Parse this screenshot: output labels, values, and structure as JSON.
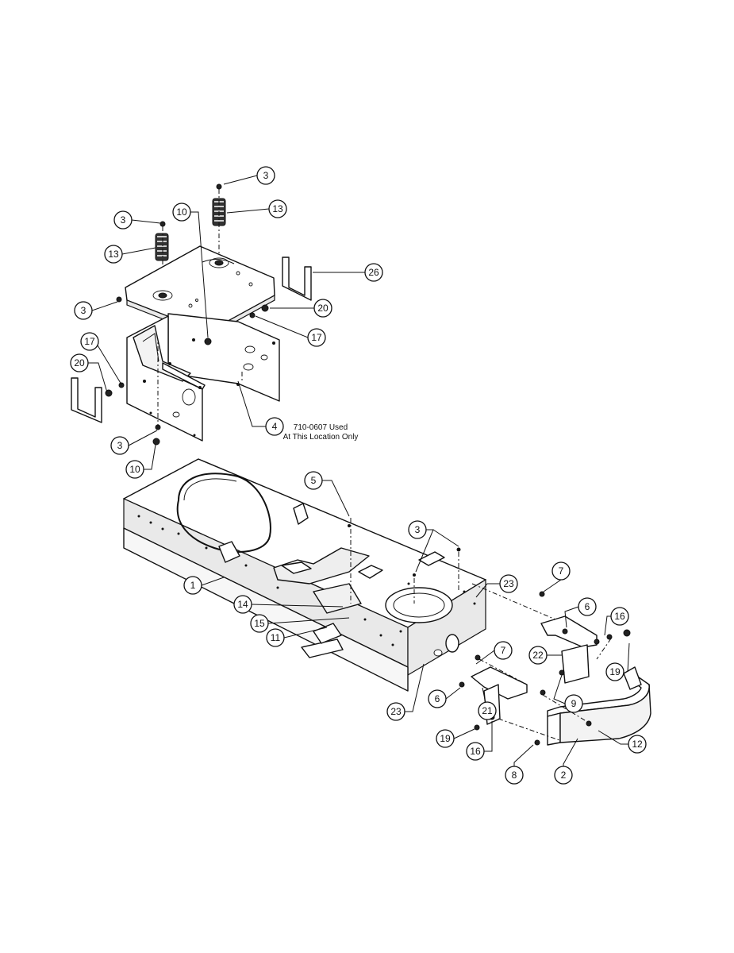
{
  "note": {
    "line1": "710-0607 Used",
    "line2": "At This Location Only"
  },
  "callouts": [
    {
      "id": "c3a",
      "label": "3"
    },
    {
      "id": "c13a",
      "label": "13"
    },
    {
      "id": "c10a",
      "label": "10"
    },
    {
      "id": "c3b",
      "label": "3"
    },
    {
      "id": "c13b",
      "label": "13"
    },
    {
      "id": "c26",
      "label": "26"
    },
    {
      "id": "c3c",
      "label": "3"
    },
    {
      "id": "c20a",
      "label": "20"
    },
    {
      "id": "c17a",
      "label": "17"
    },
    {
      "id": "c17b",
      "label": "17"
    },
    {
      "id": "c20b",
      "label": "20"
    },
    {
      "id": "c4",
      "label": "4"
    },
    {
      "id": "c3d",
      "label": "3"
    },
    {
      "id": "c10b",
      "label": "10"
    },
    {
      "id": "c5",
      "label": "5"
    },
    {
      "id": "c3e",
      "label": "3"
    },
    {
      "id": "c1",
      "label": "1"
    },
    {
      "id": "c23a",
      "label": "23"
    },
    {
      "id": "c7a",
      "label": "7"
    },
    {
      "id": "c6a",
      "label": "6"
    },
    {
      "id": "c16a",
      "label": "16"
    },
    {
      "id": "c14",
      "label": "14"
    },
    {
      "id": "c15",
      "label": "15"
    },
    {
      "id": "c11",
      "label": "11"
    },
    {
      "id": "c7b",
      "label": "7"
    },
    {
      "id": "c22",
      "label": "22"
    },
    {
      "id": "c19a",
      "label": "19"
    },
    {
      "id": "c6b",
      "label": "6"
    },
    {
      "id": "c9",
      "label": "9"
    },
    {
      "id": "c23b",
      "label": "23"
    },
    {
      "id": "c21",
      "label": "21"
    },
    {
      "id": "c12",
      "label": "12"
    },
    {
      "id": "c19b",
      "label": "19"
    },
    {
      "id": "c16b",
      "label": "16"
    },
    {
      "id": "c8",
      "label": "8"
    },
    {
      "id": "c2",
      "label": "2"
    }
  ]
}
